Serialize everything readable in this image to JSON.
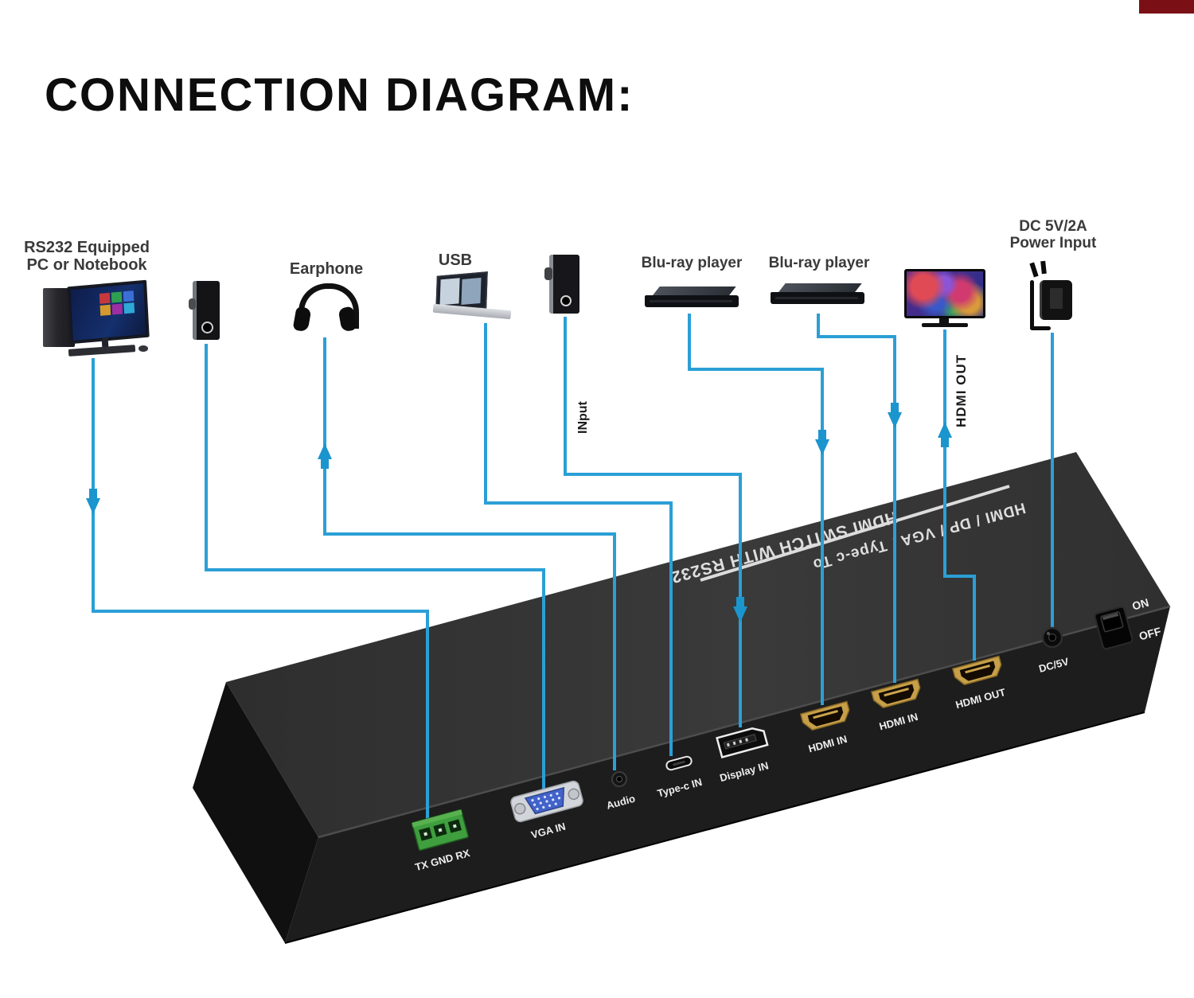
{
  "title": "CONNECTION DIAGRAM:",
  "colors": {
    "line": "#2B9FD6",
    "arrow": "#1B95CE",
    "corner_mark": "#7A1016",
    "device_top": "#333333",
    "device_front": "#1D1D1D",
    "terminal_green": "#3F9E3E",
    "vga_blue": "#4263C9",
    "hdmi_gold": "#C79F49"
  },
  "devices": {
    "pc": {
      "label_line1": "RS232 Equipped",
      "label_line2": "PC or Notebook"
    },
    "earphone": {
      "label": "Earphone"
    },
    "usb_laptop": {
      "label": "USB"
    },
    "dp_source": {
      "port_label": "INput"
    },
    "bluray_player_1": {
      "label": "Blu-ray player"
    },
    "bluray_player_2": {
      "label": "Blu-ray player"
    },
    "tv": {
      "port_label": "HDMI  OUT"
    },
    "power_adapter": {
      "label_line1": "DC 5V/2A",
      "label_line2": "Power Input"
    }
  },
  "switch": {
    "top_text_line1": "HDMI / DP / VGA / Type-c To",
    "top_text_line2": "HDMI SWITCH WITH RS232",
    "ports": {
      "rs232": "TX GND RX",
      "vga": "VGA IN",
      "audio": "Audio",
      "typec": "Type-c IN",
      "displayport": "Display IN",
      "hdmi_in_1": "HDMI IN",
      "hdmi_in_2": "HDMI IN",
      "hdmi_out": "HDMI OUT",
      "dc": "DC/5V",
      "power_on": "ON",
      "power_off": "OFF"
    }
  },
  "connections": [
    {
      "from": "RS232 Equipped PC or Notebook",
      "to": "TX GND RX",
      "arrow": "toward switch"
    },
    {
      "from": "Speaker",
      "to": "VGA IN",
      "arrow": "none"
    },
    {
      "from": "Earphone",
      "to": "Audio",
      "arrow": "toward earphone"
    },
    {
      "from": "USB laptop",
      "to": "Type-c IN",
      "arrow": "none"
    },
    {
      "from": "DisplayPort source (INput)",
      "to": "Display IN",
      "arrow": "toward switch"
    },
    {
      "from": "Blu-ray player",
      "to": "HDMI IN",
      "arrow": "toward switch"
    },
    {
      "from": "Blu-ray player",
      "to": "HDMI IN",
      "arrow": "toward switch"
    },
    {
      "from": "TV",
      "to": "HDMI OUT",
      "arrow": "toward TV"
    },
    {
      "from": "DC 5V/2A Power Input",
      "to": "DC/5V",
      "arrow": "none"
    }
  ]
}
